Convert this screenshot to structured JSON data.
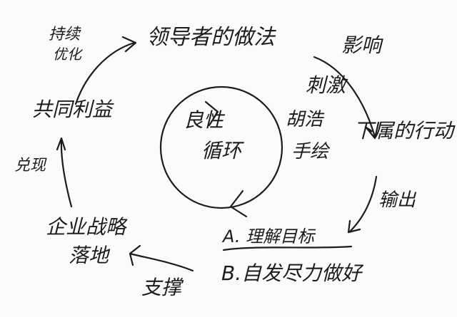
{
  "labels": {
    "continuous_line1": "持续",
    "continuous_line2": "优化",
    "leader_practice": "领导者的做法",
    "influence": "影响",
    "stimulate": "刺激",
    "subordinate_action": "下属的行动",
    "output": "输出",
    "option_a": "A. 理解目标",
    "option_b": "B.自发尽力做好",
    "support": "支撑",
    "strategy_line1": "企业战略",
    "strategy_line2": "落地",
    "fulfill": "兑现",
    "common_interest": "共同利益",
    "cycle_line1": "良性",
    "cycle_line2": "循环",
    "author_line1": "胡浩",
    "author_line2": "手绘"
  }
}
